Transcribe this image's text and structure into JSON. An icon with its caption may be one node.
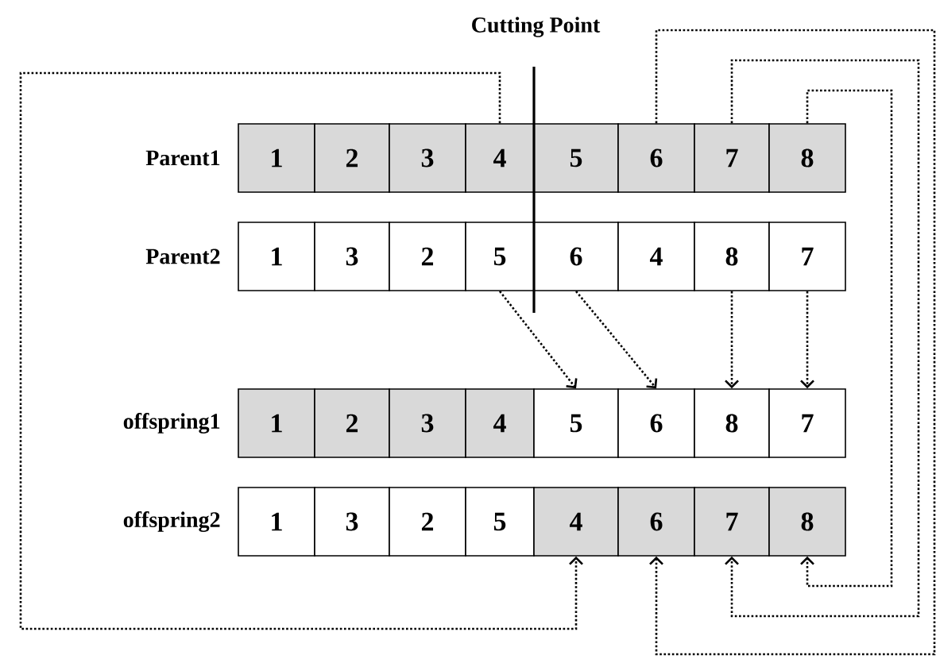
{
  "diagram": {
    "nodes": [
      {
        "text": [
          "1"
        ]
      },
      {
        "text": [
          "2"
        ]
      },
      {
        "text": [
          "3"
        ]
      },
      {
        "text": [
          "4"
        ]
      },
      {
        "text": [
          "5"
        ]
      },
      {
        "text": [
          "6"
        ]
      },
      {
        "text": [
          "7"
        ]
      },
      {
        "text": [
          "8"
        ]
      },
      {
        "text": [
          "1"
        ]
      },
      {
        "text": [
          "3"
        ]
      },
      {
        "text": [
          "2"
        ]
      },
      {
        "text": [
          "5"
        ]
      },
      {
        "text": [
          "6"
        ]
      },
      {
        "text": [
          "4"
        ]
      },
      {
        "text": [
          "8"
        ]
      },
      {
        "text": [
          "7"
        ]
      },
      {
        "text": [
          "1"
        ]
      },
      {
        "text": [
          "2"
        ]
      },
      {
        "text": [
          "3"
        ]
      },
      {
        "text": [
          "4"
        ]
      },
      {
        "text": [
          "5"
        ]
      },
      {
        "text": [
          "6"
        ]
      },
      {
        "text": [
          "8"
        ]
      },
      {
        "text": [
          "7"
        ]
      },
      {
        "text": [
          "1"
        ]
      },
      {
        "text": [
          "3"
        ]
      },
      {
        "text": [
          "2"
        ]
      },
      {
        "text": [
          "5"
        ]
      },
      {
        "text": [
          "4"
        ]
      },
      {
        "text": [
          "6"
        ]
      },
      {
        "text": [
          "7"
        ]
      },
      {
        "text": [
          "8"
        ]
      }
    ],
    "edges": [
      {
        "from": 3,
        "to": 28,
        "arrow": "to"
      },
      {
        "from": 5,
        "to": 29,
        "arrow": "to"
      },
      {
        "from": 6,
        "to": 30,
        "arrow": "to"
      },
      {
        "from": 7,
        "to": 31,
        "arrow": "to"
      },
      {
        "from": 11,
        "to": 20,
        "arrow": "to"
      },
      {
        "from": 12,
        "to": 21,
        "arrow": "to"
      },
      {
        "from": 14,
        "to": 22,
        "arrow": "to"
      },
      {
        "from": 15,
        "to": 23,
        "arrow": "to"
      }
    ],
    "labels": [
      "Cutting Point",
      "Parent1",
      "Parent2",
      "offspring1",
      "offspring2"
    ]
  }
}
